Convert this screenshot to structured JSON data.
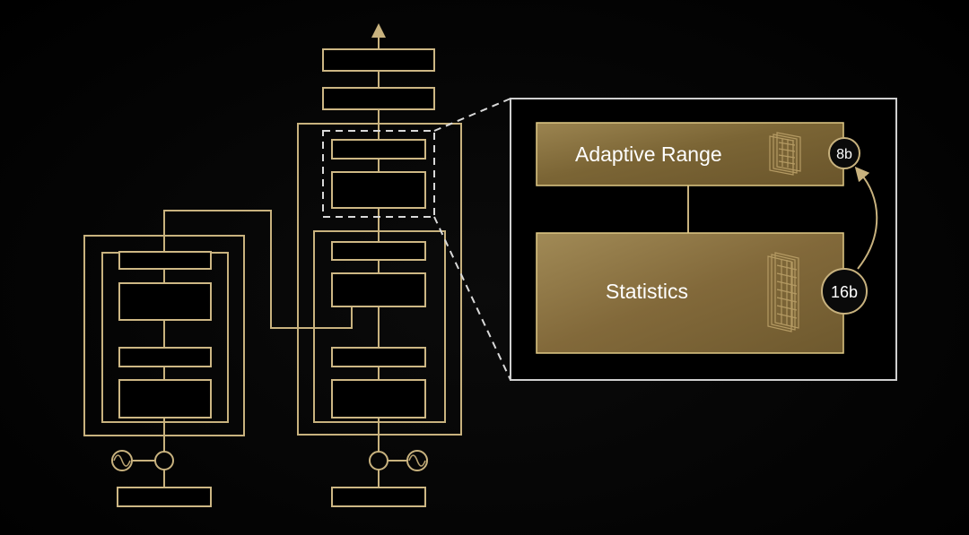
{
  "colors": {
    "background": "#000000",
    "line_gold": "#c8b27e",
    "panel_gold": "#8c7440",
    "zoom_border": "#cfcfcf",
    "label_text": "#ffffff"
  },
  "detail_panel": {
    "top_block": {
      "label": "Adaptive Range",
      "badge": "8b",
      "icon": "memory-stack-icon"
    },
    "bottom_block": {
      "label": "Statistics",
      "badge": "16b",
      "icon": "memory-stack-icon"
    },
    "arrow_icon": "curved-arrow-icon"
  },
  "main_diagram": {
    "blocks": "transformer-style layer stack",
    "signal_icon": "sine-wave-icon"
  }
}
